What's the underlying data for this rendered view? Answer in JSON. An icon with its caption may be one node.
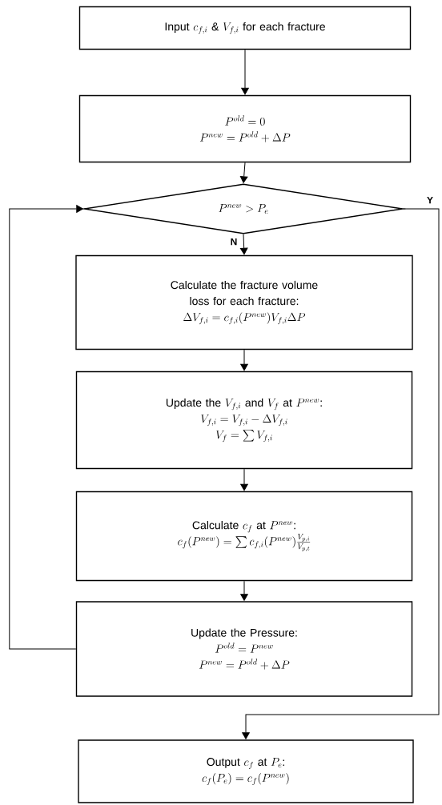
{
  "diagram": {
    "nodes": [
      {
        "text": [
          "\\text{Input } c_{f,i} \\text{ \\& } V_{f,i} \\text{ for each fracture}"
        ]
      },
      {
        "text": [
          "P^{old} = 0",
          "P^{new} = P^{old} + \\Delta P"
        ]
      },
      {
        "text": [
          "P^{new} > P_e"
        ]
      },
      {
        "text": [
          "\\text{Calculate the fracture volume}",
          "\\text{loss for each fracture:}",
          "\\Delta V_{f,i} = c_{f,i}(P^{new}) V_{f,i} \\Delta P"
        ]
      },
      {
        "text": [
          "\\text{Update the } V_{f,i} \\text{ and } V_f \\text{ at } P^{new}\\text{:}",
          "V_{f,i} = V_{f,i} - \\Delta V_{f,i}",
          "V_f = \\sum V_{f,i}"
        ]
      },
      {
        "text": [
          "\\text{Calculate } c_f \\text{ at } P^{new}\\text{:}",
          "c_f(P^{new}) = \\sum c_{f,i}(P^{new}) \\frac{V_{p,i}}{V_{p,t}}"
        ]
      },
      {
        "text": [
          "\\text{Update the Pressure:}",
          "P^{old} = P^{new}",
          "P^{new} = P^{old} + \\Delta P"
        ]
      },
      {
        "text": [
          "\\text{Output } c_f \\text{ at } P_e\\text{:}",
          "c_f(P_e) = c_f(P^{new})"
        ]
      }
    ],
    "edges": [
      {
        "from": 0,
        "to": 1,
        "arrow": "to"
      },
      {
        "from": 1,
        "to": 2,
        "arrow": "to"
      },
      {
        "from": 2,
        "to": 3,
        "arrow": "to",
        "label": "N"
      },
      {
        "from": 3,
        "to": 4,
        "arrow": "to"
      },
      {
        "from": 4,
        "to": 5,
        "arrow": "to"
      },
      {
        "from": 5,
        "to": 6,
        "arrow": "to"
      },
      {
        "from": 6,
        "to": 2,
        "arrow": "to"
      },
      {
        "from": 2,
        "to": 7,
        "arrow": "to",
        "label": "Y"
      }
    ]
  }
}
